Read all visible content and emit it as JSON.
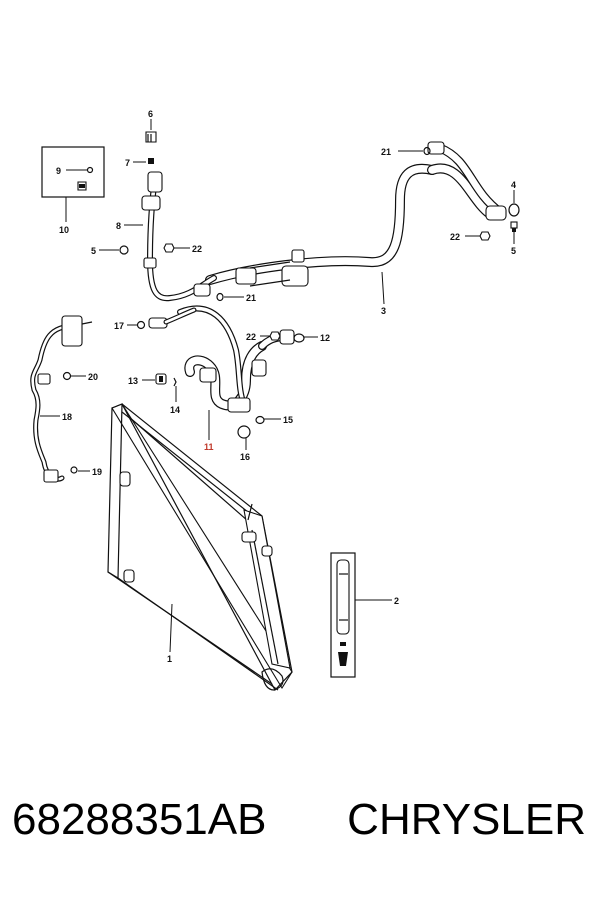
{
  "diagram": {
    "callouts": {
      "c1": "1",
      "c2": "2",
      "c3": "3",
      "c4": "4",
      "c5a": "5",
      "c5b": "5",
      "c6": "6",
      "c7": "7",
      "c8": "8",
      "c9": "9",
      "c10": "10",
      "c11": "11",
      "c12": "12",
      "c13": "13",
      "c14": "14",
      "c15": "15",
      "c16": "16",
      "c17": "17",
      "c18": "18",
      "c19": "19",
      "c20": "20",
      "c21a": "21",
      "c21b": "21",
      "c22a": "22",
      "c22b": "22",
      "c22c": "22"
    },
    "colors": {
      "line": "#111111",
      "highlight": "#c0392b"
    }
  },
  "footer": {
    "part_number": "68288351AB",
    "brand": "CHRYSLER"
  }
}
